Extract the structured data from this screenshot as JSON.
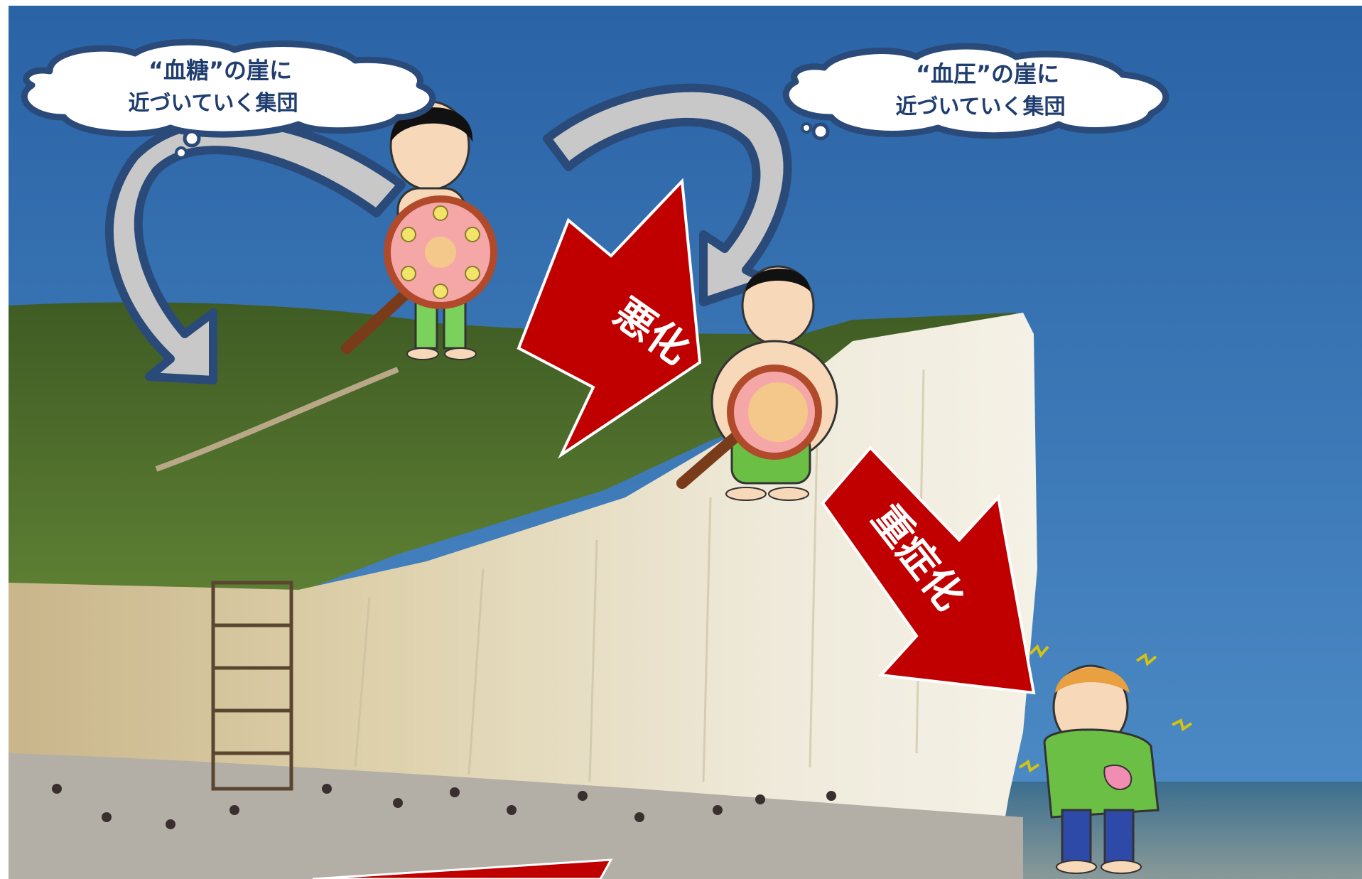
{
  "bubbles": {
    "left": {
      "line1": "“血糖”の崖に",
      "line2": "近づいていく集団"
    },
    "right": {
      "line1": "“血圧”の崖に",
      "line2": "近づいていく集団"
    }
  },
  "arrows": {
    "worsen": "悪化",
    "severe": "重症化"
  },
  "colors": {
    "sky": "#2f6fb0",
    "cliff": "#e9e2c8",
    "grass": "#4d6b2a",
    "red_arrow": "#c00000",
    "curve_arrow_fill": "#c8c8c8",
    "curve_arrow_outline": "#2a4a7a"
  }
}
